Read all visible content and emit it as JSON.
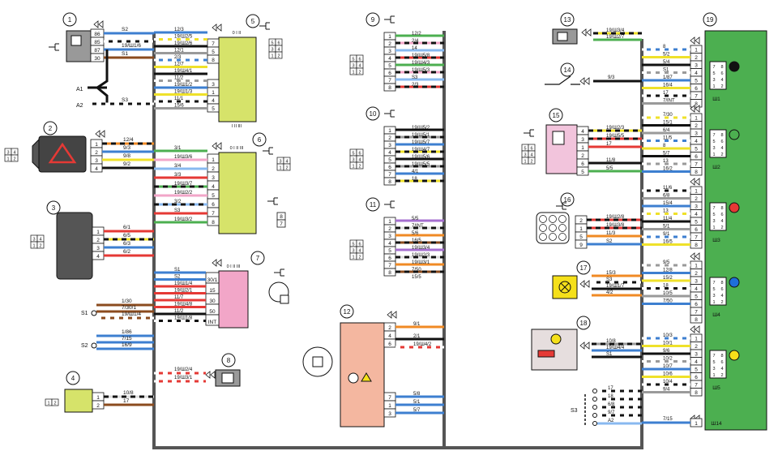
{
  "components": [
    {
      "num": "1"
    },
    {
      "num": "2"
    },
    {
      "num": "3"
    },
    {
      "num": "4"
    },
    {
      "num": "5"
    },
    {
      "num": "6"
    },
    {
      "num": "7"
    },
    {
      "num": "8"
    },
    {
      "num": "9"
    },
    {
      "num": "10"
    },
    {
      "num": "11"
    },
    {
      "num": "12"
    },
    {
      "num": "13"
    },
    {
      "num": "14"
    },
    {
      "num": "15"
    },
    {
      "num": "16"
    },
    {
      "num": "17"
    },
    {
      "num": "18"
    },
    {
      "num": "19"
    }
  ],
  "relay1": {
    "pins": [
      "86",
      "85",
      "87",
      "30"
    ],
    "wires": [
      "S2",
      "19/Ш1/6",
      "S1"
    ]
  },
  "switch2": {
    "wires": [
      "12/4",
      "9/3",
      "9/8",
      "9/2"
    ]
  },
  "block3": {
    "wires": [
      "6/1",
      "6/5",
      "6/3",
      "6/2"
    ]
  },
  "block4": {
    "wires": [
      "10/8",
      "17"
    ]
  },
  "points": {
    "a1": "A1",
    "a2": "A2",
    "s3wire": "S3",
    "s1": "S1",
    "s2": "S2",
    "s3": "S3"
  },
  "s1_wires": [
    "1/30",
    "7/30/1",
    "19/Ш1/4"
  ],
  "s2_wires": [
    "1/86",
    "7/15",
    "16/9"
  ],
  "sw5": {
    "header": "0 I II",
    "footer": "I II III",
    "pins": [
      "7",
      "5",
      "8",
      "3",
      "1",
      "4",
      "5"
    ],
    "wires": [
      "12/3",
      "19/Ш2/5",
      "19/Ш2/6",
      "12/1",
      "2/3",
      "12/7",
      "19/Ш4/1",
      "11/2",
      "19/Ш1/2",
      "19/Ш1/3",
      "11/1",
      "15/6"
    ]
  },
  "sw6": {
    "header": "0 I II III",
    "pins": [
      "1",
      "2",
      "3",
      "4",
      "5",
      "6",
      "7",
      "8"
    ],
    "wires": [
      "3/1",
      "19/Ш3/6",
      "3/4",
      "3/3",
      "19/Ш3/7",
      "19/Ш2/2",
      "3/2",
      "S3",
      "19/Ш3/2"
    ]
  },
  "sw7": {
    "header": "0 I II III",
    "pins": [
      "30/1",
      "15",
      "30",
      "50",
      "INT"
    ],
    "wires": [
      "S1",
      "S2",
      "19/Ш1/4",
      "19/Ш2/1",
      "11/7",
      "19/Ш4/8",
      "11/2",
      "19/Ш1/8"
    ]
  },
  "c8": {
    "wires": [
      "19/Ш2/4",
      "19/Ш3/1"
    ]
  },
  "c9": {
    "wires": [
      "12/2",
      "2/4",
      "14",
      "19/Ш5/8",
      "19/Ш4/3",
      "19/Ш5/3",
      "S3",
      "2/3"
    ]
  },
  "c10": {
    "wires": [
      "19/Ш5/2",
      "19/Ш5/1",
      "19/Ш5/7",
      "19/Ш4/7",
      "19/Ш5/6",
      "19/Ш5/5",
      "4/1",
      "18"
    ]
  },
  "c11": {
    "wires": [
      "5/5",
      "7/INT",
      "5/6",
      "16/5",
      "19/Ш3/4",
      "19/Ш2/3",
      "19/Ш3/1",
      "7/50",
      "15/5"
    ]
  },
  "c12": {
    "pins": [
      "2",
      "4",
      "6",
      "7",
      "1",
      "3"
    ],
    "wires": [
      "9/1",
      "2/1",
      "19/Ш4/2",
      "5/8",
      "5/1",
      "5/7"
    ]
  },
  "c13": {
    "wires": [
      "19/Ш3/4",
      "19/Ш2/7"
    ]
  },
  "c14": {
    "wires": [
      "9/3"
    ]
  },
  "c15": {
    "pins": [
      "4",
      "3",
      "1",
      "2",
      "6",
      "5"
    ],
    "wires": [
      "19/Ш2/3",
      "19/Ш5/5",
      "17",
      "11/8",
      "5/5"
    ]
  },
  "c16": {
    "pins": [
      "2",
      "1",
      "5",
      "9"
    ],
    "wires": [
      "19/Ш2/8",
      "19/Ш3/8",
      "11/3",
      "S2"
    ]
  },
  "c17": {
    "wires": [
      "15/3",
      "S3",
      "19/Ш1/7",
      "4/2"
    ]
  },
  "c18": {
    "wires": [
      "10/8",
      "19/Ш4/4",
      "S1"
    ]
  },
  "s3bundle": {
    "wires": [
      "17",
      "18",
      "6/8",
      "9/7",
      "A2"
    ]
  },
  "block19": {
    "connectors": [
      {
        "name": "Ш1",
        "pins": [
          "1",
          "2",
          "3",
          "4",
          "5",
          "6",
          "7",
          "8"
        ],
        "wires": [
          "8",
          "5/2",
          "5/4",
          "S1",
          "1/87",
          "16/4",
          "17",
          "7/INT"
        ],
        "indicator": "#111111"
      },
      {
        "name": "Ш2",
        "pins": [
          "1",
          "2",
          "3",
          "4",
          "5",
          "6",
          "7",
          "8"
        ],
        "wires": [
          "7/30",
          "15/1",
          "6/4",
          "11/5",
          "8",
          "5/7",
          "13",
          "16/2"
        ],
        "indicator": "#4caf50"
      },
      {
        "name": "Ш3",
        "pins": [
          "1",
          "2",
          "3",
          "4",
          "5",
          "6",
          "7",
          "8"
        ],
        "wires": [
          "11/6",
          "6/8",
          "15/4",
          "13",
          "11/4",
          "5/1",
          "9/1",
          "16/5"
        ],
        "indicator": "#e53935"
      },
      {
        "name": "Ш4",
        "pins": [
          "1",
          "2",
          "3",
          "4",
          "5",
          "6",
          "7",
          "8"
        ],
        "wires": [
          "9/5",
          "12/8",
          "15/2",
          "18",
          "10/5",
          "7/50"
        ],
        "indicator": "#1e6fd9"
      },
      {
        "name": "Ш5",
        "pins": [
          "1",
          "2",
          "3",
          "4",
          "5",
          "6",
          "7",
          "8"
        ],
        "wires": [
          "10/3",
          "10/1",
          "9/6",
          "10/2",
          "10/7",
          "10/6",
          "10/4",
          "9/4"
        ],
        "indicator": "#f5e01a"
      }
    ],
    "last": {
      "name": "Ш14",
      "pin": "1",
      "wire": "7/15"
    }
  }
}
